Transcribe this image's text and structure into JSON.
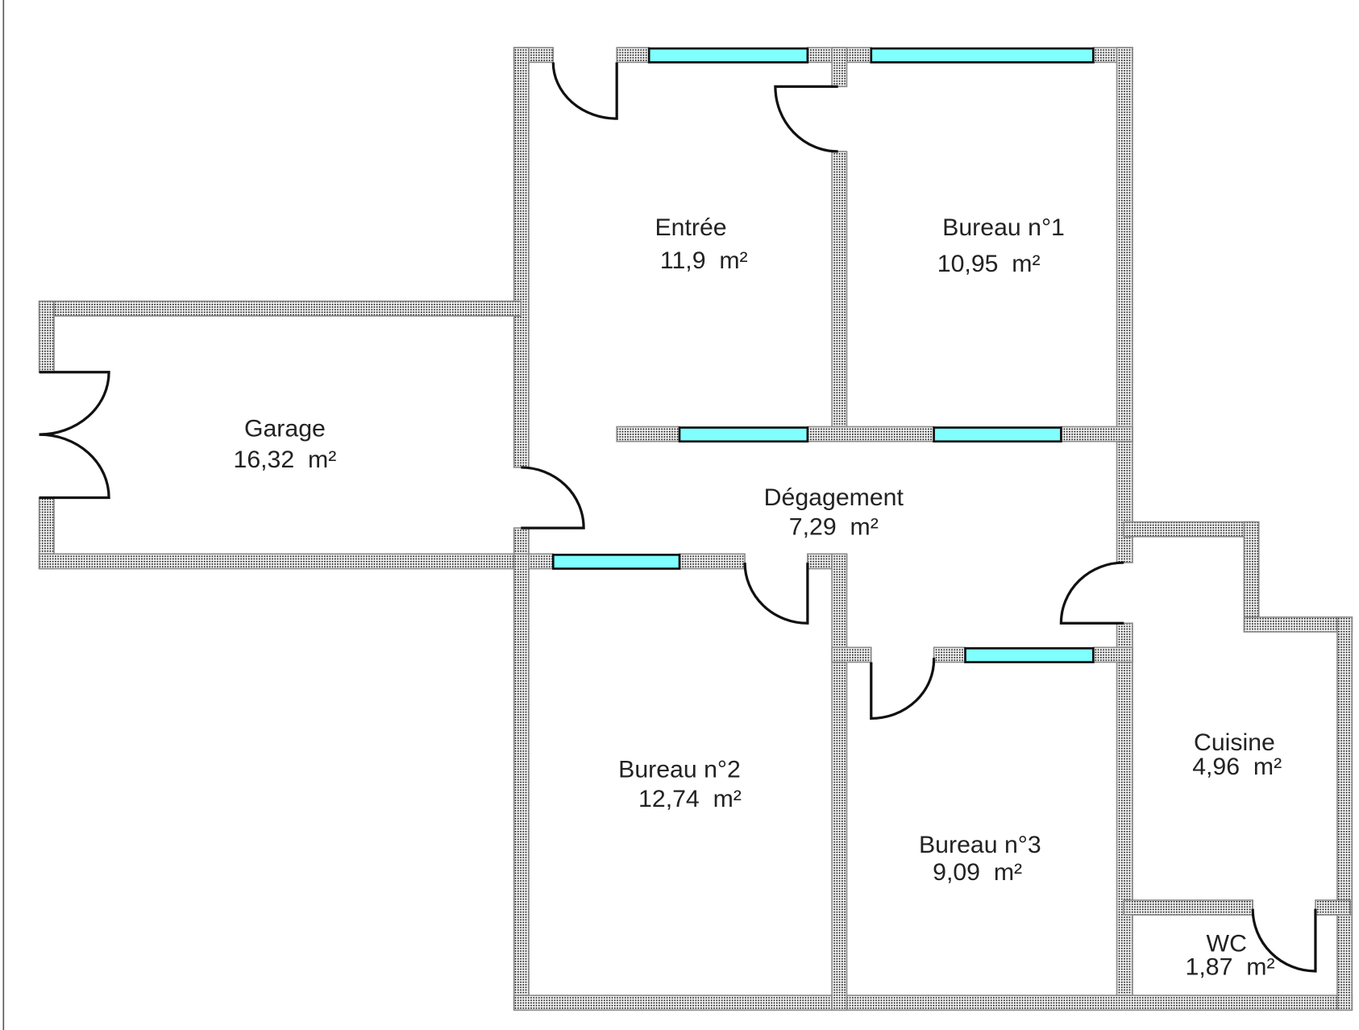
{
  "plan": {
    "colors": {
      "window": "#80ffff",
      "wall_border": "#8a8a8a",
      "text": "#222222"
    },
    "rooms": {
      "entree": {
        "name": "Entrée",
        "area": "11,9  m²"
      },
      "bureau1": {
        "name": "Bureau n°1",
        "area": "10,95  m²"
      },
      "garage": {
        "name": "Garage",
        "area": "16,32  m²"
      },
      "degagement": {
        "name": "Dégagement",
        "area": "7,29  m²"
      },
      "bureau2": {
        "name": "Bureau n°2",
        "area": "12,74  m²"
      },
      "bureau3": {
        "name": "Bureau n°3",
        "area": "9,09  m²"
      },
      "cuisine": {
        "name": "Cuisine",
        "area": "4,96  m²"
      },
      "wc": {
        "name": "WC",
        "area": "1,87  m²"
      }
    }
  }
}
